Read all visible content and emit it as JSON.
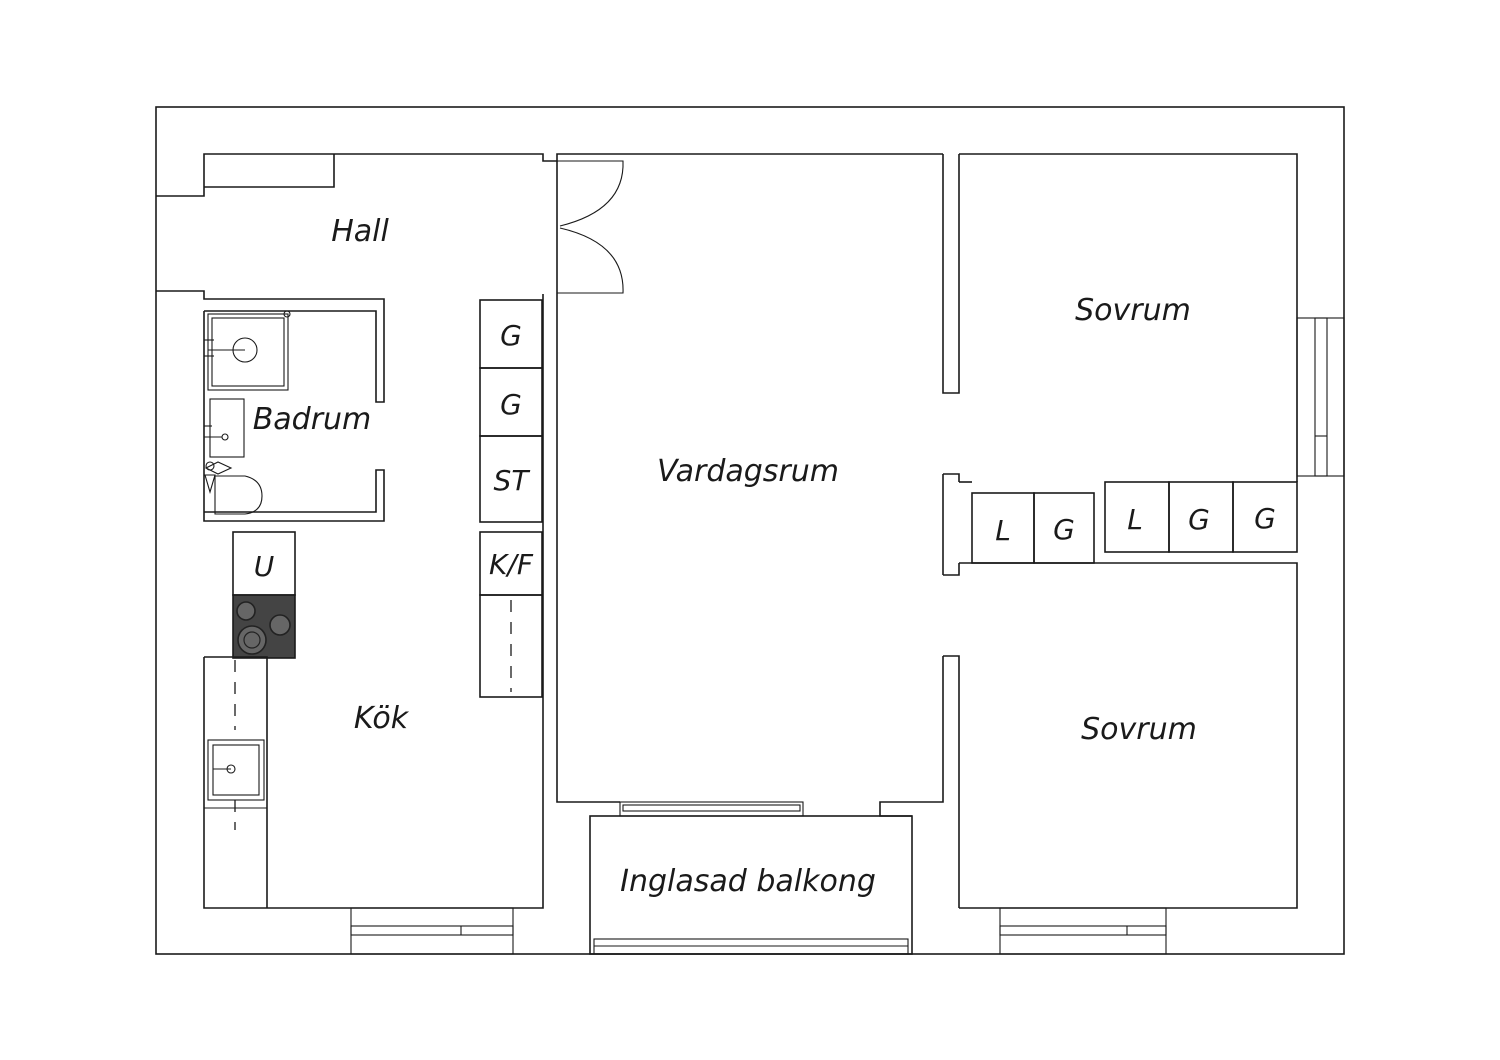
{
  "plan": {
    "rooms": {
      "hall": "Hall",
      "badrum": "Badrum",
      "vardagsrum": "Vardagsrum",
      "sovrum_top": "Sovrum",
      "sovrum_bottom": "Sovrum",
      "kok": "Kök",
      "balkong": "Inglasad balkong"
    },
    "cabinets": {
      "c1": "G",
      "c2": "G",
      "c3": "ST",
      "c4": "K/F",
      "c5": "U",
      "c6": "L",
      "c7": "G",
      "c8": "L",
      "c9": "G",
      "c10": "G"
    },
    "colors": {
      "line": "#1a1a1a",
      "stove": "#444444",
      "background": "#ffffff"
    }
  }
}
